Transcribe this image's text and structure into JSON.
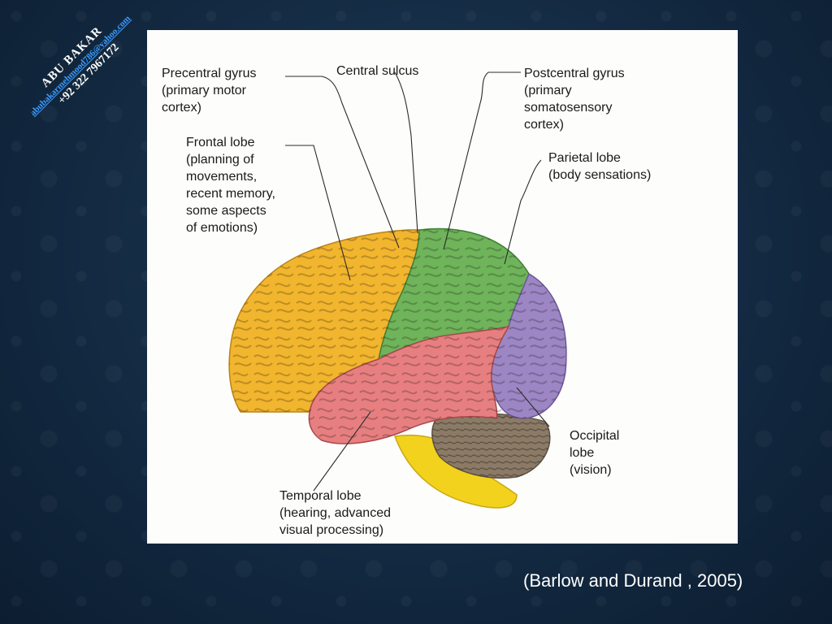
{
  "watermark": {
    "name": "ABU BAKAR",
    "email": "abubakarmehmood786@yahoo.com",
    "phone": "+92 322 7967172"
  },
  "labels": {
    "precentral": "Precentral gyrus\n(primary motor\ncortex)",
    "central_sulcus": "Central sulcus",
    "postcentral": "Postcentral gyrus\n(primary\nsomatosensory\ncortex)",
    "frontal": "Frontal lobe\n(planning of\nmovements,\nrecent memory,\nsome aspects\nof emotions)",
    "parietal": "Parietal lobe\n(body sensations)",
    "occipital": "Occipital\nlobe\n(vision)",
    "temporal": "Temporal lobe\n(hearing, advanced\nvisual processing)"
  },
  "colors": {
    "frontal": "#f2b52e",
    "parietal_green": "#6fb35a",
    "occipital_purple": "#9d86c4",
    "temporal_pink": "#e77f80",
    "cerebellum": "#8b7a66",
    "brainstem": "#f2d21d"
  },
  "citation": "(Barlow and Durand , 2005)"
}
